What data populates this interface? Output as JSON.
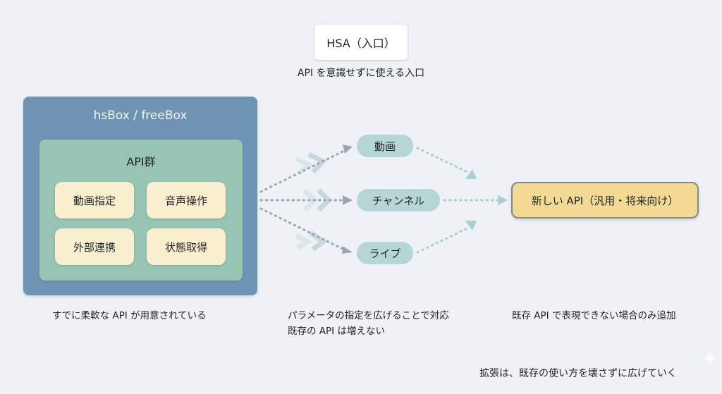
{
  "hsa": {
    "label": "HSA（入口）",
    "caption": "API を意識せずに使える入口"
  },
  "container": {
    "title": "hsBox / freeBox",
    "api_group": {
      "title": "API群",
      "items": [
        {
          "label": "動画指定"
        },
        {
          "label": "音声操作"
        },
        {
          "label": "外部連携"
        },
        {
          "label": "状態取得"
        }
      ]
    },
    "caption": "すでに柔軟な API が用意されている"
  },
  "parameters": {
    "items": [
      {
        "label": "動画"
      },
      {
        "label": "チャンネル"
      },
      {
        "label": "ライブ"
      }
    ],
    "caption_lines": [
      "パラメータの指定を広げることで対応",
      "既存の API は増えない"
    ]
  },
  "new_api": {
    "label": "新しい API（汎用・将来向け）",
    "caption": "既存 API で表現できない場合のみ追加"
  },
  "footer": {
    "text": "拡張は、既存の使い方を壊さずに広げていく"
  },
  "colors": {
    "background": "#eef1f5",
    "outer_box": "#6e93b3",
    "api_group": "#98c4b5",
    "api_chip": "#f9efcf",
    "param_pill": "#b6d6d6",
    "new_api": "#f4d995",
    "arrow_gray": "#9aa7b0",
    "arrow_teal": "#a9cfd0"
  }
}
